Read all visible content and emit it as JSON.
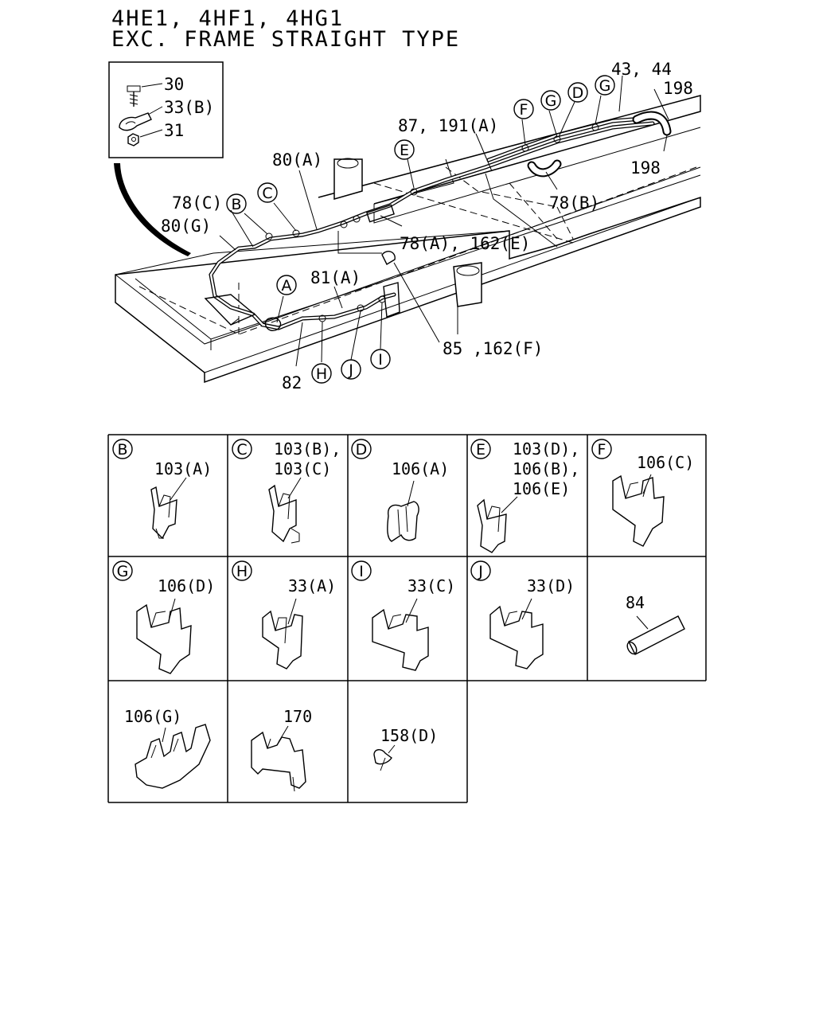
{
  "header": {
    "line1": "4HE1, 4HF1, 4HG1",
    "line2": "EXC. FRAME STRAIGHT TYPE"
  },
  "inset": {
    "labels": [
      "30",
      "33(B)",
      "31"
    ]
  },
  "callouts": {
    "c1": "43, 44",
    "c2": "198",
    "c3": "198",
    "c4": "87, 191(A)",
    "c5": "80(A)",
    "c6": "78(C)",
    "c7": "80(G)",
    "c8": "78(B)",
    "c9": "78(A), 162(E)",
    "c10": "81(A)",
    "c11": "85 ,162(F)",
    "c12": "82"
  },
  "markers": [
    "A",
    "B",
    "C",
    "D",
    "E",
    "F",
    "G",
    "H",
    "I",
    "J"
  ],
  "grid": {
    "cells": [
      {
        "letter": "B",
        "lines": [
          "103(A)"
        ]
      },
      {
        "letter": "C",
        "lines": [
          "103(B),",
          "103(C)"
        ]
      },
      {
        "letter": "D",
        "lines": [
          "106(A)"
        ]
      },
      {
        "letter": "E",
        "lines": [
          "103(D),",
          "106(B),",
          "106(E)"
        ]
      },
      {
        "letter": "F",
        "lines": [
          "106(C)"
        ]
      },
      {
        "letter": "G",
        "lines": [
          "106(D)"
        ]
      },
      {
        "letter": "H",
        "lines": [
          "33(A)"
        ]
      },
      {
        "letter": "I",
        "lines": [
          "33(C)"
        ]
      },
      {
        "letter": "J",
        "lines": [
          "33(D)"
        ]
      },
      {
        "letter": "",
        "lines": [
          "84"
        ]
      },
      {
        "letter": "",
        "lines": [
          "106(G)"
        ]
      },
      {
        "letter": "",
        "lines": [
          "170"
        ]
      },
      {
        "letter": "",
        "lines": [
          "158(D)"
        ]
      }
    ]
  }
}
